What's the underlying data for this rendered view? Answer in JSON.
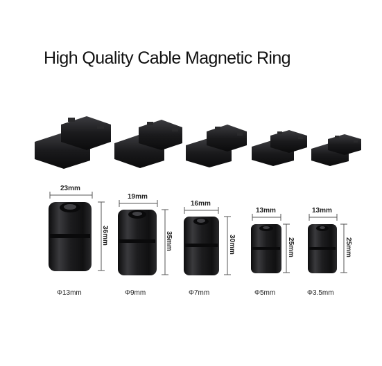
{
  "title": "High Quality Cable Magnetic Ring",
  "rings": [
    {
      "width": "23mm",
      "height": "36mm",
      "diameter": "Φ13mm"
    },
    {
      "width": "19mm",
      "height": "35mm",
      "diameter": "Φ9mm"
    },
    {
      "width": "16mm",
      "height": "30mm",
      "diameter": "Φ7mm"
    },
    {
      "width": "13mm",
      "height": "25mm",
      "diameter": "Φ5mm"
    },
    {
      "width": "13mm",
      "height": "25mm",
      "diameter": "Φ3.5mm"
    }
  ],
  "colors": {
    "ferrite": "#1d1d1f",
    "ferrite_highlight": "#4a4a4e",
    "dimension_line": "#555555"
  }
}
